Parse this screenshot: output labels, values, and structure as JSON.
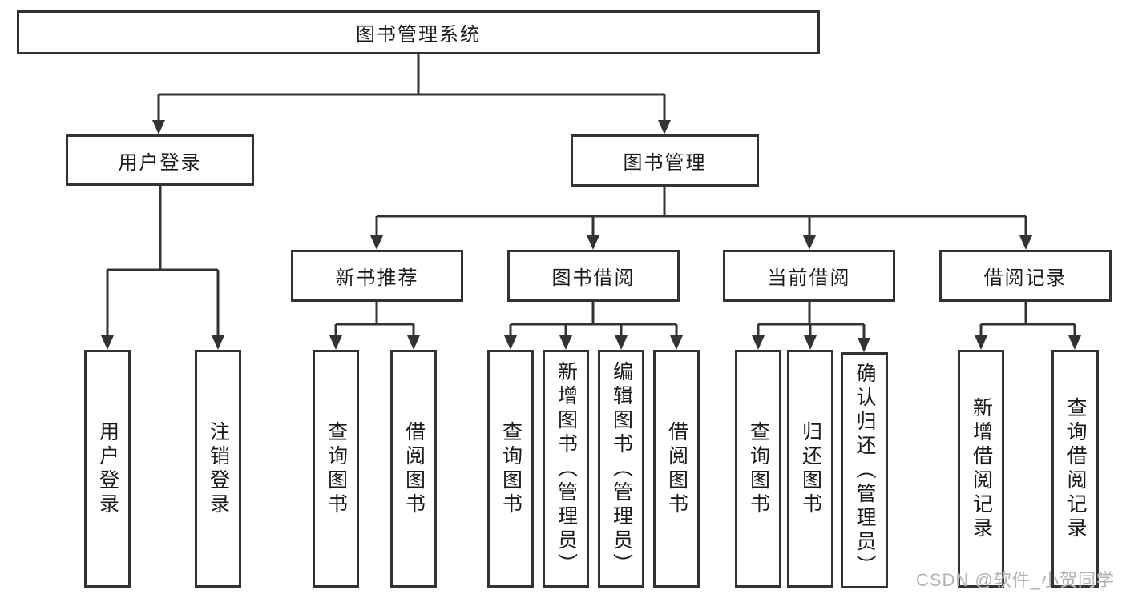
{
  "page": {
    "background": "#ffffff",
    "watermark": "CSDN @软件_小贺同学"
  },
  "colors": {
    "box_border": "#333333",
    "connector_line": "#333333",
    "text": "#1a1a1a",
    "watermark": "#b3b3b3"
  },
  "diagram": {
    "root": {
      "label": "图书管理系统"
    },
    "level1": [
      {
        "label": "用户登录"
      },
      {
        "label": "图书管理"
      }
    ],
    "level2": [
      {
        "label": "新书推荐"
      },
      {
        "label": "图书借阅"
      },
      {
        "label": "当前借阅"
      },
      {
        "label": "借阅记录"
      }
    ],
    "leaves": {
      "user_login": [
        "用户登录",
        "注销登录"
      ],
      "new_books": [
        "查询图书",
        "借阅图书"
      ],
      "book_borrow": [
        "查询图书",
        "新增图书（管理员）",
        "编辑图书（管理员）",
        "借阅图书"
      ],
      "current_borrow": [
        "查询图书",
        "归还图书",
        "确认归还（管理员）"
      ],
      "borrow_records": [
        "新增借阅记录",
        "查询借阅记录"
      ]
    }
  }
}
